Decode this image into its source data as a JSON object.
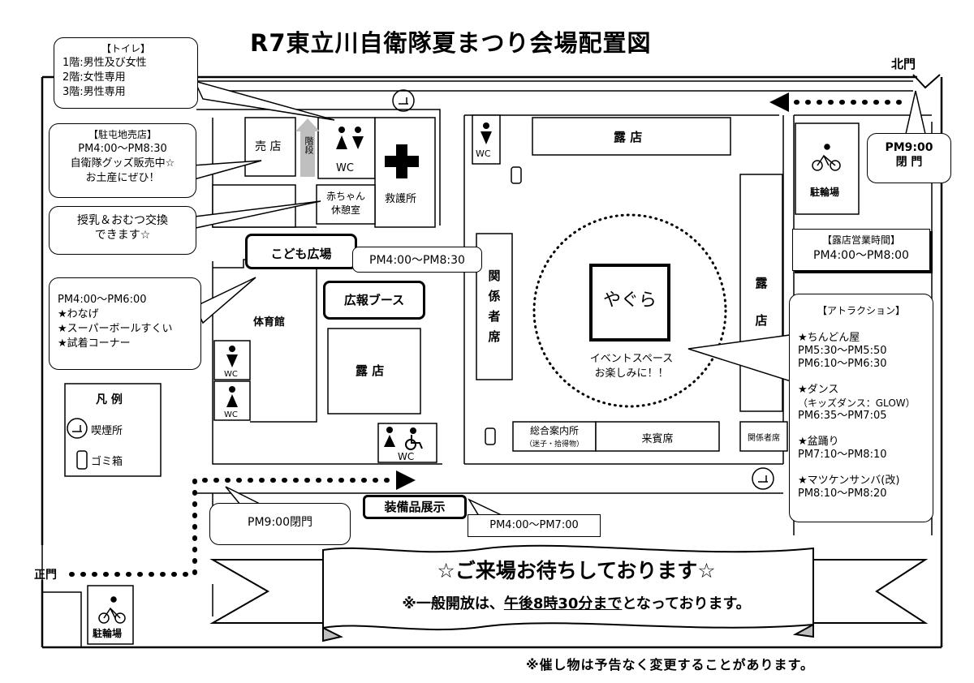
{
  "title": "R7東立川自衛隊夏まつり会場配置図",
  "footer_note": "※催し物は予告なく変更することがあります。",
  "gates": {
    "north": "北門",
    "main": "正門",
    "north_close": "PM9:00\n閉 門",
    "main_close": "PM9:00閉門"
  },
  "toilet_info": {
    "header": "【トイレ】",
    "lines": [
      "1階:男性及び女性",
      "2階:女性専用",
      "3階:男性専用"
    ]
  },
  "shop_info": {
    "header": "【駐屯地売店】",
    "lines": [
      "PM4:00～PM8:30",
      "自衛隊グッズ販売中☆",
      "お土産にぜひ！"
    ]
  },
  "nursing_info": {
    "lines": [
      "授乳＆おむつ交換",
      "できます☆"
    ]
  },
  "gym_events": {
    "lines": [
      "PM4:00～PM6:00",
      "★わなげ",
      "★スーパーボールすくい",
      "★試着コーナー"
    ]
  },
  "legend": {
    "title": "凡 例",
    "smoking": "喫煙所",
    "trash": "ゴミ箱"
  },
  "areas": {
    "shop": "売 店",
    "stairs": "階段",
    "wc": "WC",
    "first_aid": "救護所",
    "baby_room": "赤ちゃん\n休憩室",
    "kids_plaza": "こども広場",
    "kids_time": "PM4:00～PM8:30",
    "pr_booth": "広報ブース",
    "gym": "体育館",
    "stall": "露 店",
    "stall_vertical": "露\n店",
    "staff_seats_vertical": "関\n係\n者\n席",
    "staff_seats": "関係者席",
    "yagura": "やぐら",
    "event_space": "イベントスペース\nお楽しみに！！",
    "info_center": "総合案内所",
    "info_center_sub": "（迷子・拾得物）",
    "guest_seats": "来賓席",
    "bike_parking": "駐輪場",
    "equipment": "装備品展示",
    "equipment_time": "PM4:00～PM7:00"
  },
  "stall_hours": {
    "header": "【露店営業時間】",
    "time": "PM4:00～PM8:00"
  },
  "attractions": {
    "header": "【アトラクション】",
    "items": [
      {
        "name": "★ちんどん屋",
        "times": [
          "PM5:30～PM5:50",
          "PM6:10～PM6:30"
        ]
      },
      {
        "name": "★ダンス",
        "times": [
          "（キッズダンス：GLOW）",
          "PM6:35～PM7:05"
        ]
      },
      {
        "name": "★盆踊り",
        "times": [
          "PM7:10～PM8:10"
        ]
      },
      {
        "name": "★マツケンサンバ(改)",
        "times": [
          "PM8:10～PM8:20"
        ]
      }
    ]
  },
  "banner": {
    "line1": "☆ご来場お待ちしております☆",
    "line2_prefix": "※一般開放は、",
    "line2_underline": "午後8時30分まで",
    "line2_suffix": "となっております。"
  }
}
